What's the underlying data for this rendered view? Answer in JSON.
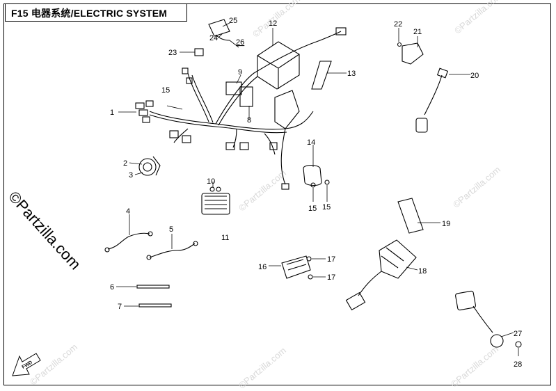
{
  "title": "F15 电器系统/ELECTRIC SYSTEM",
  "watermark": "©Partzilla.com",
  "fwd_label": "FWD",
  "callouts": [
    "1",
    "2",
    "3",
    "4",
    "5",
    "6",
    "7",
    "8",
    "9",
    "10",
    "11",
    "12",
    "13",
    "14",
    "15",
    "15",
    "15",
    "16",
    "17",
    "17",
    "18",
    "19",
    "20",
    "21",
    "22",
    "23",
    "24",
    "25",
    "26",
    "27",
    "28"
  ]
}
